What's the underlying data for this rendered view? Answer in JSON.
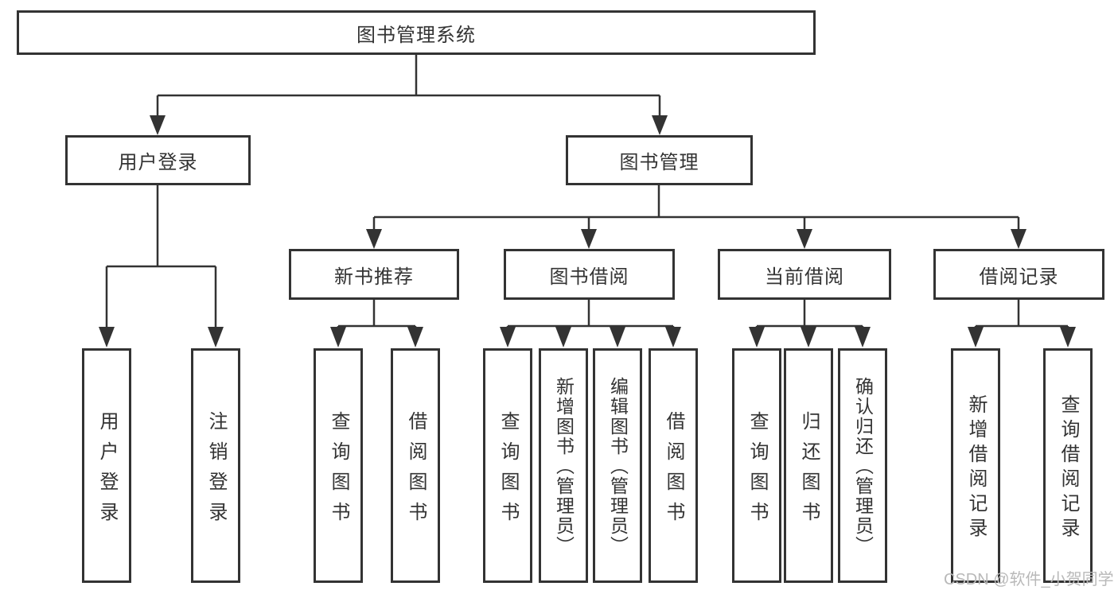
{
  "diagram_title": "图书管理系统",
  "tree": {
    "label": "图书管理系统",
    "children": [
      {
        "label": "用户登录",
        "children": [
          {
            "label": "用户登录"
          },
          {
            "label": "注销登录"
          }
        ]
      },
      {
        "label": "图书管理",
        "children": [
          {
            "label": "新书推荐",
            "children": [
              {
                "label": "查询图书"
              },
              {
                "label": "借阅图书"
              }
            ]
          },
          {
            "label": "图书借阅",
            "children": [
              {
                "label": "查询图书"
              },
              {
                "label": "新增图书（管理员）"
              },
              {
                "label": "编辑图书（管理员）"
              },
              {
                "label": "借阅图书"
              }
            ]
          },
          {
            "label": "当前借阅",
            "children": [
              {
                "label": "查询图书"
              },
              {
                "label": "归还图书"
              },
              {
                "label": "确认归还（管理员）"
              }
            ]
          },
          {
            "label": "借阅记录",
            "children": [
              {
                "label": "新增借阅记录"
              },
              {
                "label": "查询借阅记录"
              }
            ]
          }
        ]
      }
    ]
  },
  "watermark": {
    "text": "CSDN @软件_小贺同学",
    "color": "#b9b9b9"
  },
  "colors": {
    "line": "#333333",
    "box_border": "#333333",
    "box_fill": "#ffffff",
    "text": "#333333",
    "background": "#ffffff"
  }
}
